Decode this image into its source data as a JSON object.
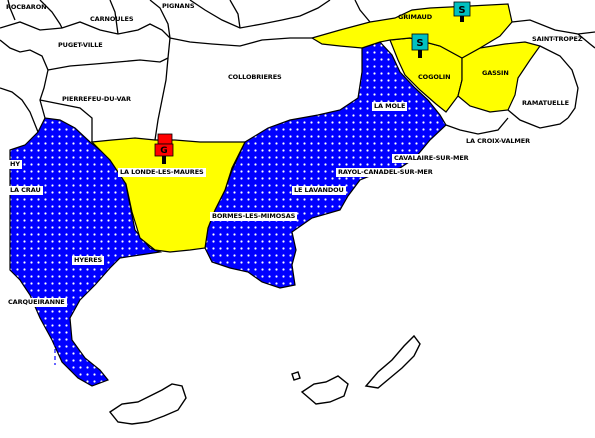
{
  "map": {
    "colors": {
      "sea": "#ffffff",
      "land_plain": "#ffffff",
      "zone_yellow": "#ffff00",
      "zone_blue": "#0000ff",
      "dots": "#ffffff",
      "border": "#000000",
      "marker_red": "#ff0000",
      "marker_cyan": "#00c0c0"
    },
    "labels": {
      "carnoules": "CARNOULES",
      "puget_ville": "PUGET-VILLE",
      "collobrieres": "COLLOBRIERES",
      "pierrefeu": "PIERREFEU-DU-VAR",
      "la_londe": "LA LONDE-LES-MAURES",
      "bormes": "BORMES-LES-MIMOSAS",
      "le_lavandou": "LE LAVANDOU",
      "rayol": "RAYOL-CANADEL-SUR-MER",
      "cavalaire": "CAVALAIRE-SUR-MER",
      "la_mole": "LA MOLE",
      "la_croix_valmer": "LA CROIX-VALMER",
      "cogolin": "COGOLIN",
      "gassin": "GASSIN",
      "ramatuelle": "RAMATUELLE",
      "grimaud": "GRIMAUD",
      "saint_tropez": "SAINT-TROPEZ",
      "hyeres": "HYERES",
      "la_crau": "LA CRAU",
      "carqueiranne": "CARQUEIRANNE",
      "top_left": "ROCBARON",
      "top_mid": "PIGNANS",
      "left_hy": "HY"
    },
    "markers": [
      {
        "name": "red-pin",
        "color": "marker_red"
      },
      {
        "name": "cyan-pin-1",
        "color": "marker_cyan"
      },
      {
        "name": "cyan-pin-2",
        "color": "marker_cyan"
      }
    ]
  }
}
